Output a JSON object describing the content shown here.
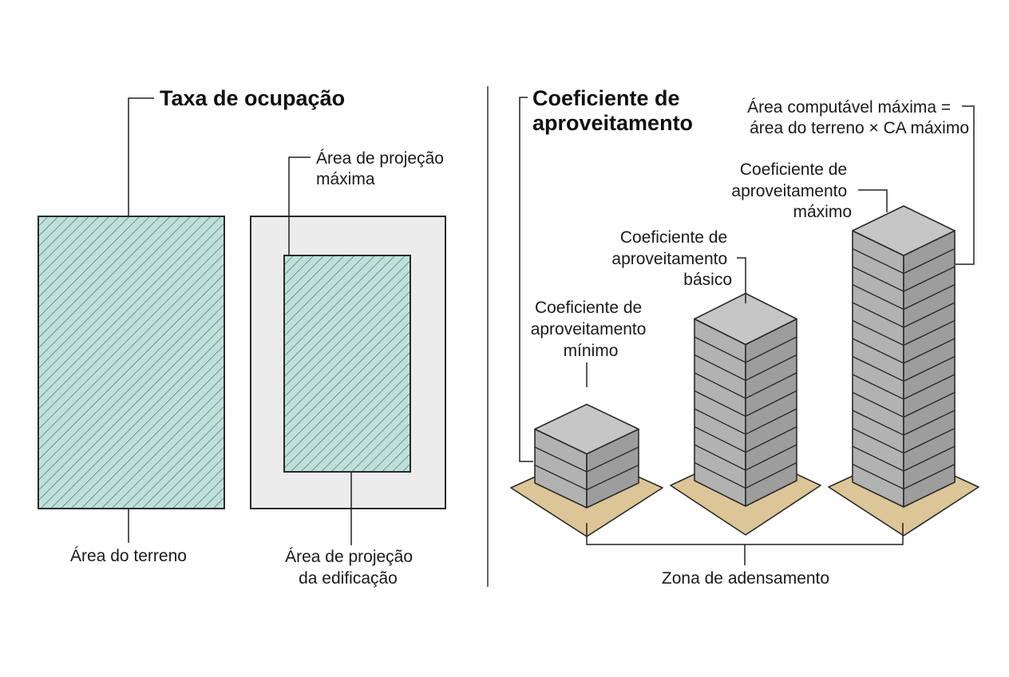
{
  "left_panel": {
    "title": "Taxa de ocupação",
    "label_terrain": "Área do terreno",
    "label_max_projection": [
      "Área de projeção",
      "máxima"
    ],
    "label_building_projection": [
      "Área de projeção",
      "da edificação"
    ]
  },
  "right_panel": {
    "title": [
      "Coeficiente de",
      "aproveitamento"
    ],
    "label_min": [
      "Coeficiente de",
      "aproveitamento",
      "mínimo"
    ],
    "label_basic": [
      "Coeficiente de",
      "aproveitamento",
      "básico"
    ],
    "label_max": [
      "Coeficiente de",
      "aproveitamento",
      "máximo"
    ],
    "label_formula": [
      "Área computável máxima =",
      "área do terreno × CA máximo"
    ],
    "label_zone": "Zona de adensamento"
  },
  "colors": {
    "hatch_fill": "#bfe0d8",
    "hatch_line": "#3f6f67",
    "plot_fill": "#ececec",
    "building_top": "#c6c6c6",
    "building_left": "#b2b2b2",
    "building_right": "#9d9d9d",
    "ground": "#dcc597"
  },
  "buildings": [
    {
      "name": "building-min",
      "floors": 3
    },
    {
      "name": "building-basic",
      "floors": 9
    },
    {
      "name": "building-max",
      "floors": 14
    }
  ]
}
